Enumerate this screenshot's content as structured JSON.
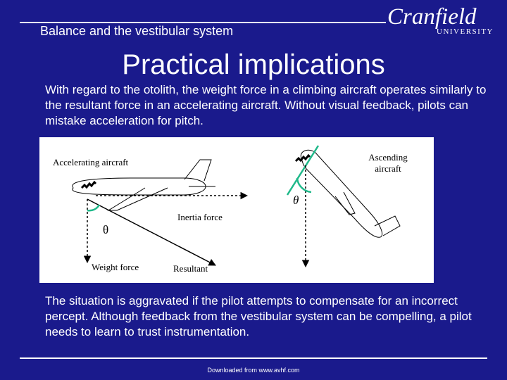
{
  "header": {
    "title": "Balance and the vestibular system",
    "logo_main": "Cranfield",
    "logo_sub": "UNIVERSITY"
  },
  "slide": {
    "title": "Practical implications",
    "intro": "With regard to the otolith, the weight force in a climbing aircraft operates similarly to the resultant force in an accelerating aircraft. Without visual feedback, pilots can mistake acceleration for pitch.",
    "conclusion": "The situation is aggravated if the pilot attempts to compensate for an incorrect percept. Although feedback from the vestibular system can be compelling, a pilot needs to learn to trust instrumentation."
  },
  "figure": {
    "accelerating_label": "Accelerating aircraft",
    "ascending_label": "Ascending aircraft",
    "inertia_label": "Inertia force",
    "weight_label": "Weight force",
    "resultant_label": "Resultant",
    "theta_left": "θ",
    "theta_right": "θ"
  },
  "footer": {
    "source": "Downloaded from www.avhf.com"
  },
  "colors": {
    "background": "#1a1a8c",
    "text": "#ffffff",
    "figure_background": "#ffffff",
    "figure_ink": "#000000",
    "angle_marker": "#1fb98a"
  }
}
